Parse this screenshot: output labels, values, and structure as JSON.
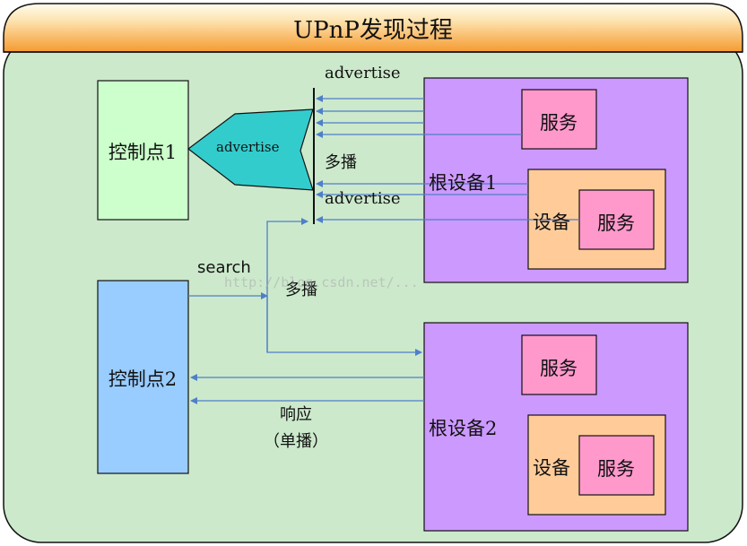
{
  "title": "UPnP发现过程",
  "control_point_1": "控制点1",
  "control_point_2": "控制点2",
  "advertise_top": "advertise",
  "advertise_arrow": "advertise",
  "advertise_mid": "advertise",
  "multicast_1": "多播",
  "multicast_2": "多播",
  "search": "search",
  "response_line1": "响应",
  "response_line2": "（单播）",
  "root_device_1": {
    "label": "根设备1",
    "service": "服务",
    "device": {
      "label": "设备",
      "service": "服务"
    }
  },
  "root_device_2": {
    "label": "根设备2",
    "service": "服务",
    "device": {
      "label": "设备",
      "service": "服务"
    }
  },
  "watermark": "http://blog.csdn.net/...",
  "colors": {
    "background": "#cce9cc",
    "header_top": "#fffbe6",
    "header_bottom": "#f7a13b",
    "control_point_1": "#ccffcc",
    "control_point_2": "#99ccff",
    "root_device": "#cc99ff",
    "service": "#ff99cc",
    "device": "#ffcc99",
    "arrow_fill": "#33cccc",
    "line": "#4f7fc8"
  }
}
